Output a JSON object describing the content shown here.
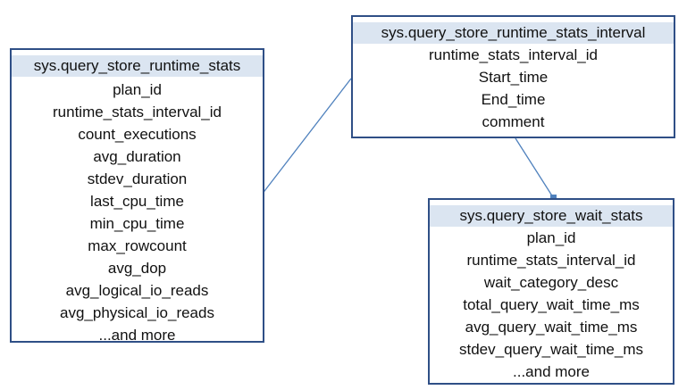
{
  "entities": [
    {
      "title": "sys.query_store_runtime_stats",
      "fields": [
        "plan_id",
        "runtime_stats_interval_id",
        "count_executions",
        "avg_duration",
        "stdev_duration",
        "last_cpu_time",
        "min_cpu_time",
        "max_rowcount",
        "avg_dop",
        "avg_logical_io_reads",
        "avg_physical_io_reads",
        "...and more"
      ]
    },
    {
      "title": "sys.query_store_runtime_stats_interval",
      "fields": [
        "runtime_stats_interval_id",
        "Start_time",
        "End_time",
        "comment"
      ]
    },
    {
      "title": "sys.query_store_wait_stats",
      "fields": [
        "plan_id",
        "runtime_stats_interval_id",
        "wait_category_desc",
        "total_query_wait_time_ms",
        "avg_query_wait_time_ms",
        "stdev_query_wait_time_ms",
        "...and more"
      ]
    }
  ],
  "relationships": [
    {
      "from": "sys.query_store_runtime_stats_interval",
      "to": "sys.query_store_runtime_stats"
    },
    {
      "from": "sys.query_store_runtime_stats_interval",
      "to": "sys.query_store_wait_stats"
    }
  ],
  "colors": {
    "border": "#2f4f86",
    "header_fill": "#dbe5f1",
    "connector": "#4f81bd"
  }
}
